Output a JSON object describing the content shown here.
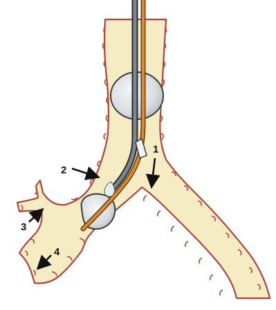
{
  "labels": [
    {
      "id": "1",
      "text": "1"
    },
    {
      "id": "2",
      "text": "2"
    },
    {
      "id": "3",
      "text": "3"
    },
    {
      "id": "4",
      "text": "4"
    }
  ],
  "colors": {
    "airway_fill": "#f5ecc4",
    "airway_outline": "#b0433b",
    "balloon_fill": "#dfe3e6",
    "balloon_outline": "#3a3a3a",
    "tube_orange": "#e08a2a",
    "tube_gray": "#7d8791",
    "tube_dark": "#2b2b2b",
    "arrow": "#111111"
  },
  "icons": [
    "trachea",
    "left-bronchus",
    "right-bronchus",
    "tracheal-balloon",
    "bronchial-balloon",
    "double-lumen-tube"
  ]
}
